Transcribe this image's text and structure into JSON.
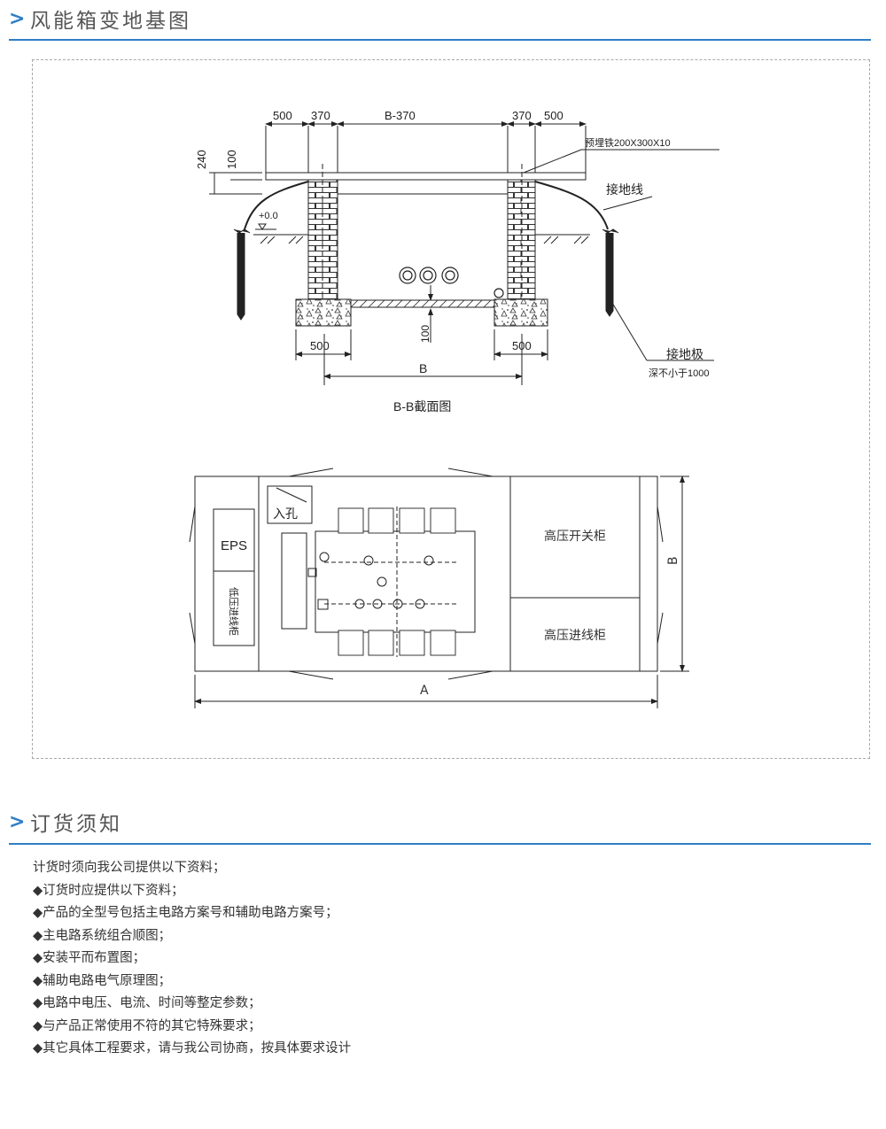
{
  "colors": {
    "accent": "#2f7ec7",
    "text": "#333333",
    "dashed_border": "#a8a8a8"
  },
  "icons": {
    "section_marker": "chevron-right-icon"
  },
  "section1": {
    "marker": ">",
    "title": "风能箱变地基图"
  },
  "section_drawing": {
    "dim_top": [
      "500",
      "370",
      "B-370",
      "370",
      "500"
    ],
    "dim_left": [
      "240",
      "100"
    ],
    "label_embedded_iron": "预埋铁200X300X10",
    "label_ground_wire": "接地线",
    "label_level": "+0.0",
    "label_100_mid": "100",
    "dim_bottom": [
      "500",
      "500"
    ],
    "dim_b": "B",
    "label_ground_pole": "接地极",
    "label_depth": "深不小于1000",
    "caption": "B-B截面图"
  },
  "plan": {
    "eps": "EPS",
    "manhole": "入孔",
    "low_voltage_cabinet": "低压进线柜",
    "hv_switch_cabinet": "高压开关柜",
    "hv_incoming_cabinet": "高压进线柜",
    "dim_b": "B",
    "dim_a": "A"
  },
  "section2": {
    "marker": ">",
    "title": "订货须知"
  },
  "notes": [
    "计货时须向我公司提供以下资料；",
    "◆订货时应提供以下资料；",
    "◆产品的全型号包括主电路方案号和辅助电路方案号；",
    "◆主电路系统组合顺图；",
    "◆安装平而布置图；",
    "◆辅助电路电气原理图；",
    "◆电路中电压、电流、时间等整定参数；",
    "◆与产品正常使用不符的其它特殊要求；",
    "◆其它具体工程要求，请与我公司协商，按具体要求设计"
  ]
}
